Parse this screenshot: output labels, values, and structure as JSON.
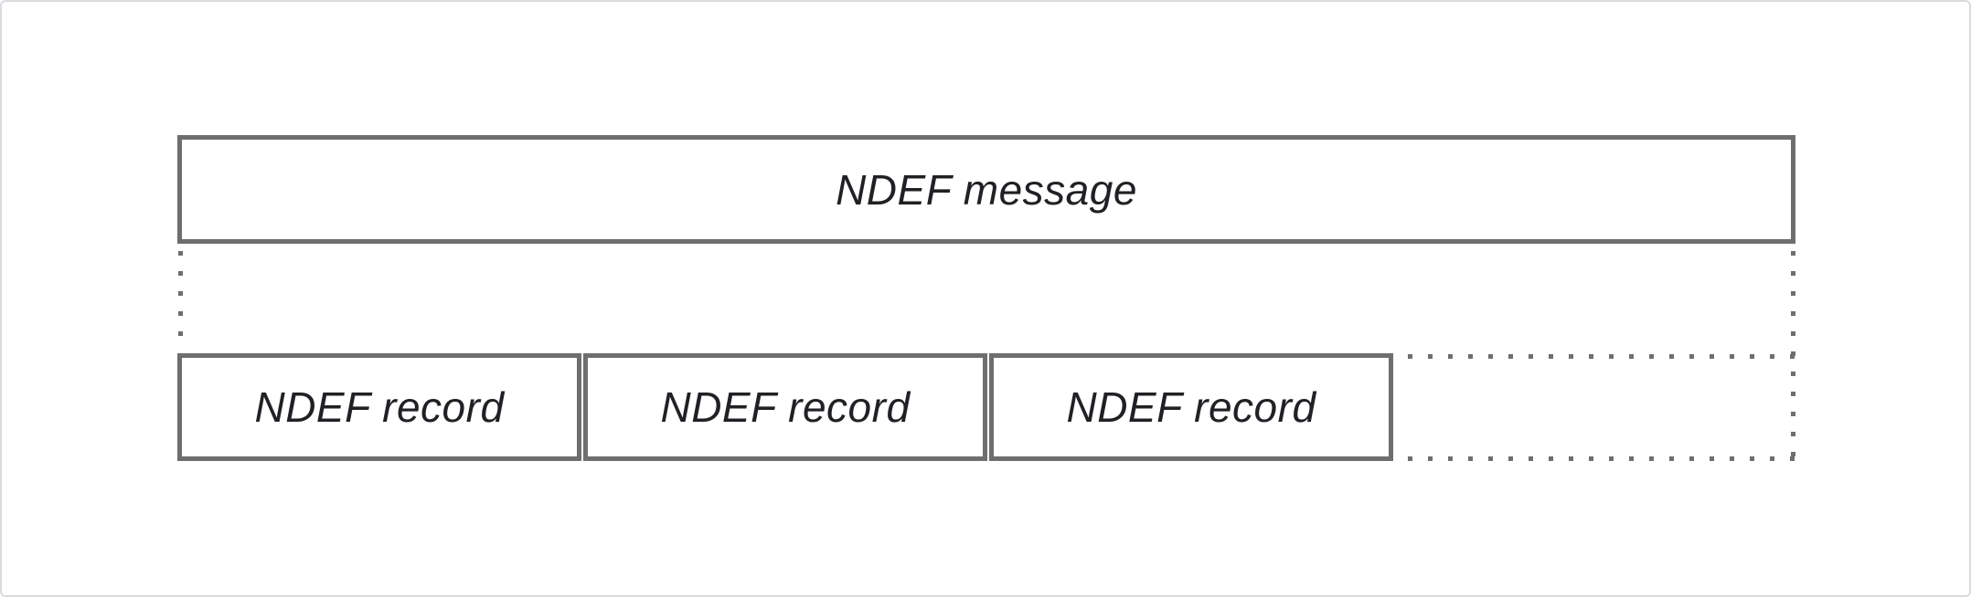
{
  "diagram": {
    "type": "structure-diagram",
    "subject": "NDEF message composition",
    "message_box": {
      "label": "NDEF message"
    },
    "records": [
      {
        "label": "NDEF record"
      },
      {
        "label": "NDEF record"
      },
      {
        "label": "NDEF record"
      }
    ],
    "connectors": {
      "style": "dotted",
      "meaning": "message expands into a sequence of records; trailing dotted region indicates more records may follow"
    },
    "colors": {
      "box_border": "#6e6e6e",
      "dotted_line": "#6e6e6e",
      "text": "#202124",
      "frame_border": "#dadce0",
      "background": "#ffffff"
    }
  }
}
